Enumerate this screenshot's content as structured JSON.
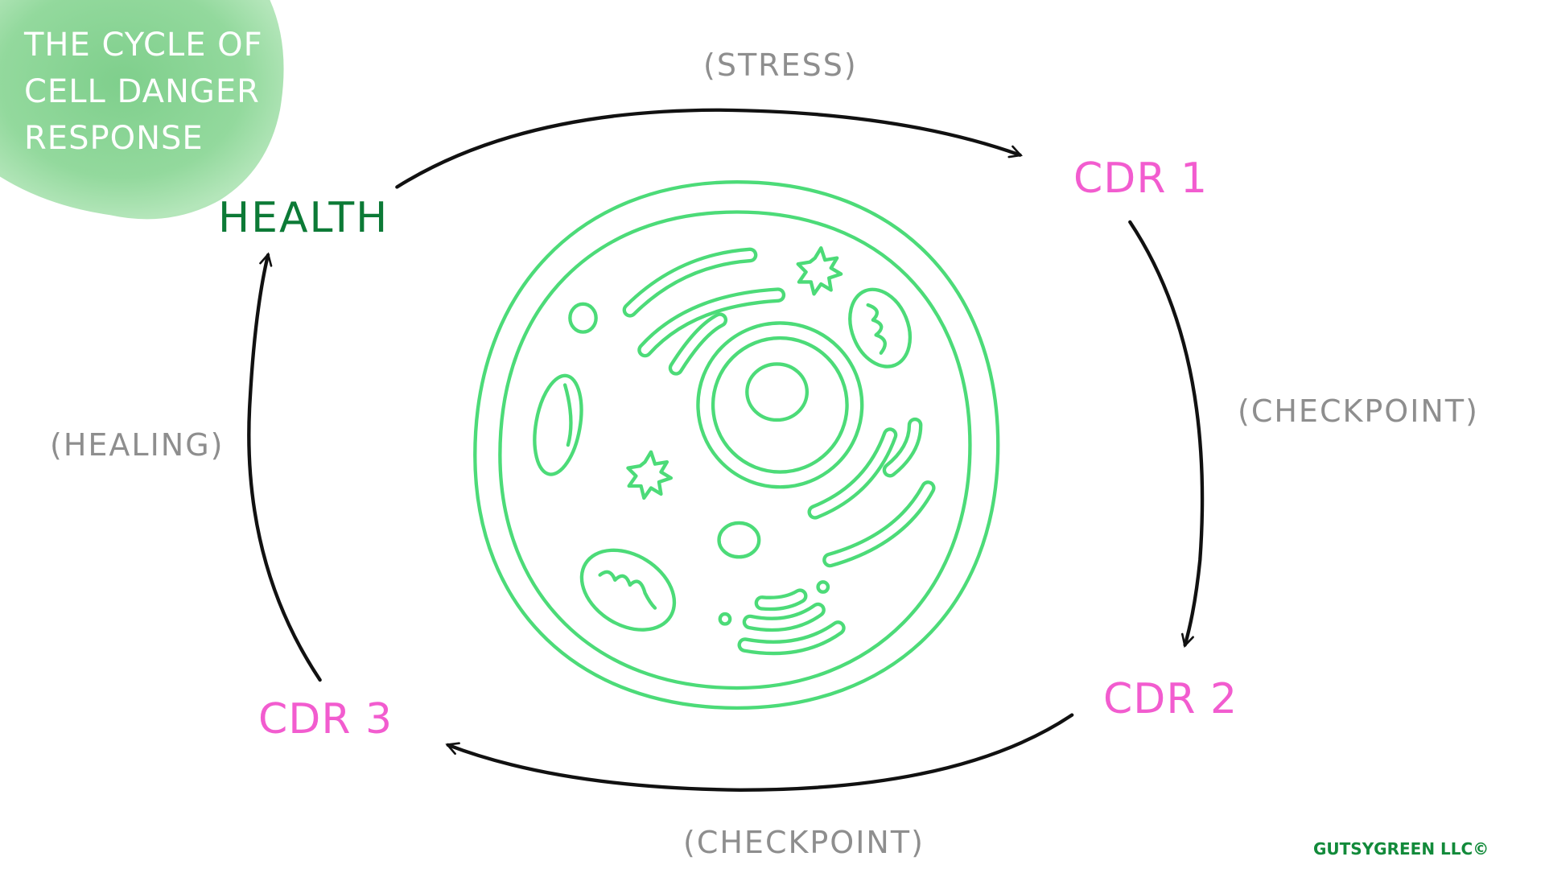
{
  "title": {
    "lines": [
      "THE CYCLE OF",
      "CELL DANGER",
      "RESPONSE"
    ]
  },
  "nodes": {
    "health": "HEALTH",
    "cdr1": "CDR 1",
    "cdr2": "CDR 2",
    "cdr3": "CDR 3"
  },
  "transitions": {
    "stress": "(STRESS)",
    "checkpoint_right": "(CHECKPOINT)",
    "checkpoint_bottom": "(CHECKPOINT)",
    "healing": "(HEALING)"
  },
  "credit": "GUTSYGREEN LLC©",
  "colors": {
    "health": "#0c7a36",
    "cdr": "#f25ccf",
    "label": "#8e8e8e",
    "cell": "#4cdb78",
    "blob": "#8fd79a"
  }
}
